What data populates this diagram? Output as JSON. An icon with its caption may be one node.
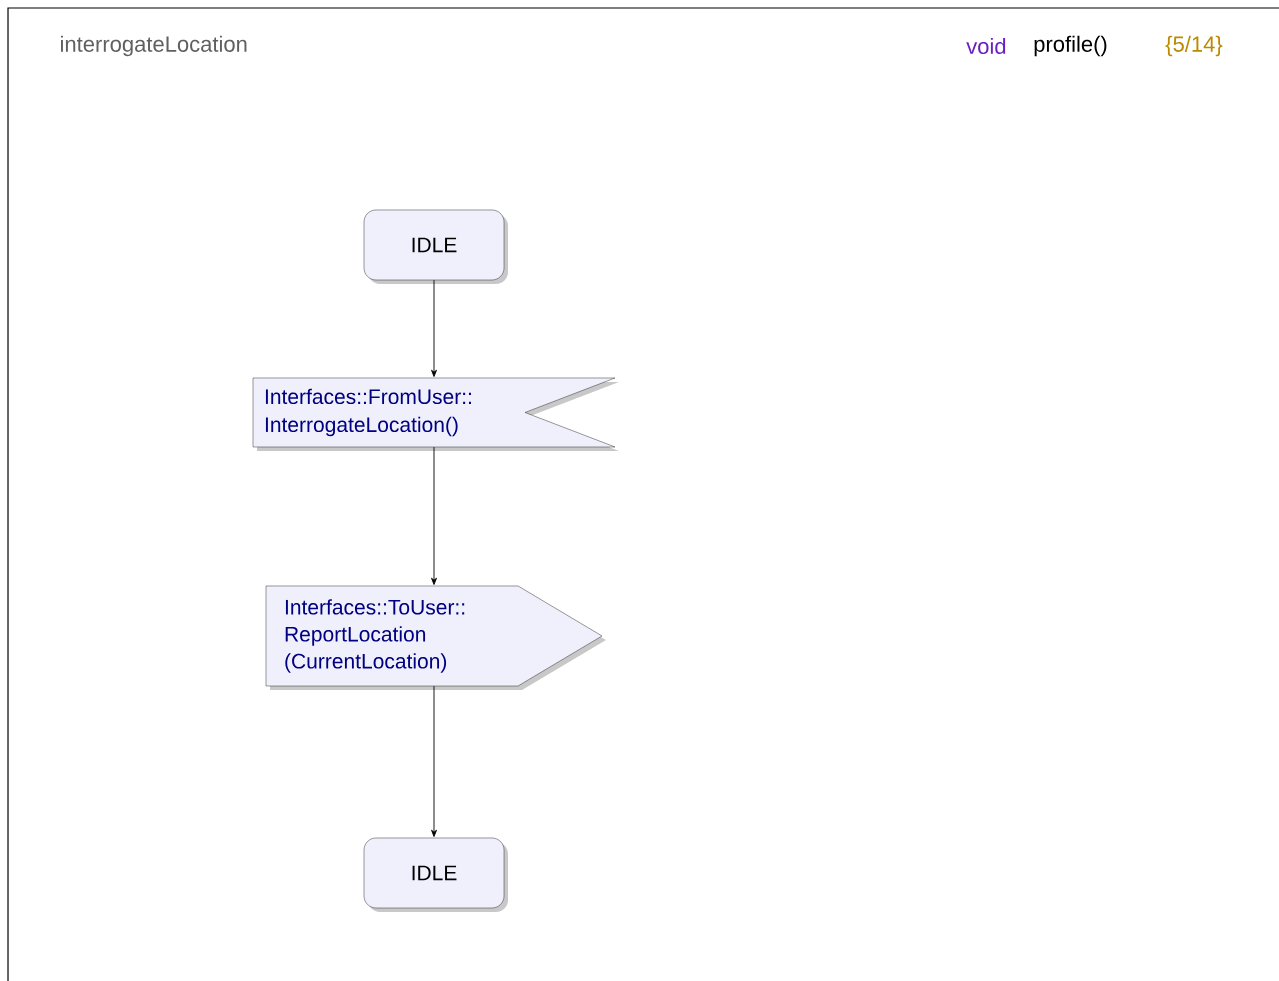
{
  "diagram": {
    "title": "interrogateLocation",
    "nodes": [
      {
        "text": [
          "IDLE"
        ]
      },
      {
        "text": [
          "Interfaces::FromUser:: InterrogateLocation()"
        ]
      },
      {
        "text": [
          "Interfaces::ToUser:: ReportLocation (CurrentLocation)"
        ]
      },
      {
        "text": [
          "IDLE"
        ]
      }
    ],
    "edges": [
      {
        "from": 0,
        "to": 1,
        "arrow": "to"
      },
      {
        "from": 1,
        "to": 2,
        "arrow": "to"
      },
      {
        "from": 2,
        "to": 3,
        "arrow": "to"
      }
    ],
    "labels": [
      "void",
      "profile()",
      "{5/14}"
    ]
  }
}
